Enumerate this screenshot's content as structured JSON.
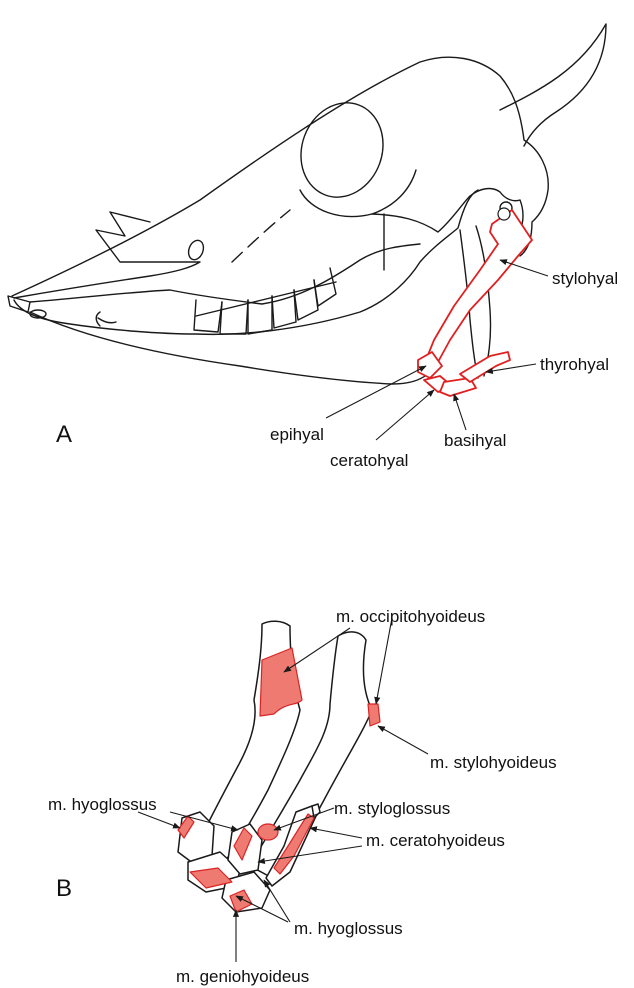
{
  "panel_a": {
    "letter": "A",
    "labels": {
      "stylohyal": "stylohyal",
      "thyrohyal": "thyrohyal",
      "epihyal": "epihyal",
      "basihyal": "basihyal",
      "ceratohyal": "ceratohyal"
    }
  },
  "panel_b": {
    "letter": "B",
    "labels": {
      "occipitohyoideus": "m. occipitohyoideus",
      "stylohyoideus": "m. stylohyoideus",
      "hyoglossus_top": "m. hyoglossus",
      "styloglossus": "m. styloglossus",
      "ceratohyoideus": "m. ceratohyoideus",
      "hyoglossus_bottom": "m. hyoglossus",
      "geniohyoideus": "m. geniohyoideus"
    }
  },
  "colors": {
    "outline": "#1a1a1a",
    "hyoid_highlight": "#e02020",
    "muscle_fill": "#ee7a72"
  }
}
